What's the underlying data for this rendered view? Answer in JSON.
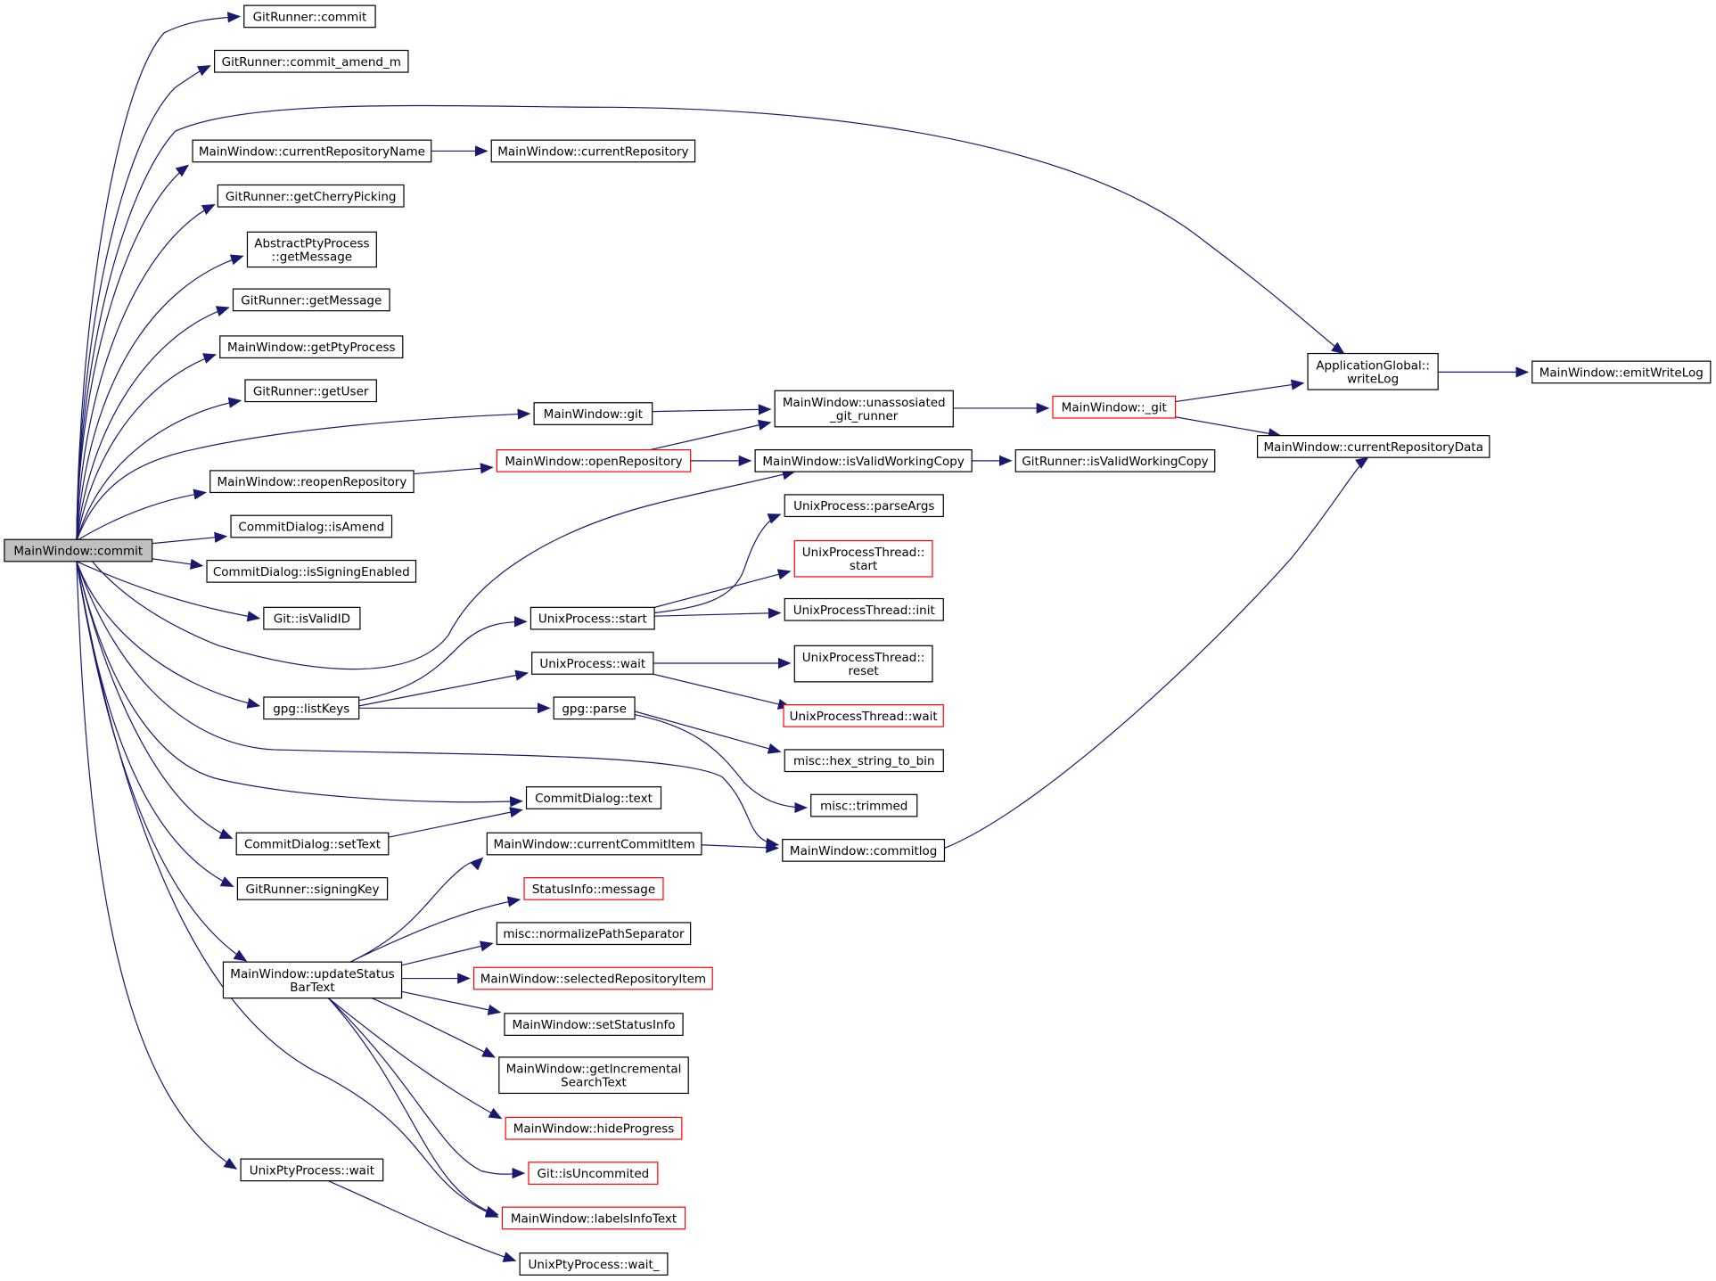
{
  "graph_title": "",
  "colors": {
    "edge": "#191970",
    "root_fill": "#bfbfbf",
    "node_border": "#000000",
    "truncated_border": "#ff0000",
    "background": "#ffffff"
  },
  "nodes": [
    {
      "id": "commit_root",
      "lines": [
        "MainWindow::commit"
      ],
      "style": "root"
    },
    {
      "id": "gr_commit",
      "lines": [
        "GitRunner::commit"
      ],
      "style": "normal"
    },
    {
      "id": "gr_amend",
      "lines": [
        "GitRunner::commit_amend_m"
      ],
      "style": "normal"
    },
    {
      "id": "mw_curreponame",
      "lines": [
        "MainWindow::currentRepositoryName"
      ],
      "style": "normal"
    },
    {
      "id": "mw_currepo",
      "lines": [
        "MainWindow::currentRepository"
      ],
      "style": "normal"
    },
    {
      "id": "gr_cherry",
      "lines": [
        "GitRunner::getCherryPicking"
      ],
      "style": "normal"
    },
    {
      "id": "app_getmsg",
      "lines": [
        "AbstractPtyProcess",
        "::getMessage"
      ],
      "style": "normal"
    },
    {
      "id": "gr_getmsg",
      "lines": [
        "GitRunner::getMessage"
      ],
      "style": "normal"
    },
    {
      "id": "mw_getpty",
      "lines": [
        "MainWindow::getPtyProcess"
      ],
      "style": "normal"
    },
    {
      "id": "gr_getuser",
      "lines": [
        "GitRunner::getUser"
      ],
      "style": "normal"
    },
    {
      "id": "mw_git",
      "lines": [
        "MainWindow::git"
      ],
      "style": "normal"
    },
    {
      "id": "mw_reopen",
      "lines": [
        "MainWindow::reopenRepository"
      ],
      "style": "normal"
    },
    {
      "id": "mw_open",
      "lines": [
        "MainWindow::openRepository"
      ],
      "style": "truncated"
    },
    {
      "id": "mw_unassoc",
      "lines": [
        "MainWindow::unassosiated",
        "_git_runner"
      ],
      "style": "normal"
    },
    {
      "id": "mw__git",
      "lines": [
        "MainWindow::_git"
      ],
      "style": "truncated"
    },
    {
      "id": "ag_writelog",
      "lines": [
        "ApplicationGlobal::",
        "writeLog"
      ],
      "style": "normal"
    },
    {
      "id": "mw_emitlog",
      "lines": [
        "MainWindow::emitWriteLog"
      ],
      "style": "normal"
    },
    {
      "id": "mw_currepodata",
      "lines": [
        "MainWindow::currentRepositoryData"
      ],
      "style": "normal"
    },
    {
      "id": "mw_isvalidwc",
      "lines": [
        "MainWindow::isValidWorkingCopy"
      ],
      "style": "normal"
    },
    {
      "id": "gr_isvalidwc",
      "lines": [
        "GitRunner::isValidWorkingCopy"
      ],
      "style": "normal"
    },
    {
      "id": "cd_isamend",
      "lines": [
        "CommitDialog::isAmend"
      ],
      "style": "normal"
    },
    {
      "id": "cd_signing",
      "lines": [
        "CommitDialog::isSigningEnabled"
      ],
      "style": "normal"
    },
    {
      "id": "git_isvalidid",
      "lines": [
        "Git::isValidID"
      ],
      "style": "normal"
    },
    {
      "id": "up_parseargs",
      "lines": [
        "UnixProcess::parseArgs"
      ],
      "style": "normal"
    },
    {
      "id": "upt_start",
      "lines": [
        "UnixProcessThread::",
        "start"
      ],
      "style": "truncated"
    },
    {
      "id": "up_start",
      "lines": [
        "UnixProcess::start"
      ],
      "style": "normal"
    },
    {
      "id": "upt_init",
      "lines": [
        "UnixProcessThread::init"
      ],
      "style": "normal"
    },
    {
      "id": "up_wait",
      "lines": [
        "UnixProcess::wait"
      ],
      "style": "normal"
    },
    {
      "id": "upt_reset",
      "lines": [
        "UnixProcessThread::",
        "reset"
      ],
      "style": "normal"
    },
    {
      "id": "gpg_listkeys",
      "lines": [
        "gpg::listKeys"
      ],
      "style": "normal"
    },
    {
      "id": "gpg_parse",
      "lines": [
        "gpg::parse"
      ],
      "style": "normal"
    },
    {
      "id": "upt_wait",
      "lines": [
        "UnixProcessThread::wait"
      ],
      "style": "truncated"
    },
    {
      "id": "misc_hex",
      "lines": [
        "misc::hex_string_to_bin"
      ],
      "style": "normal"
    },
    {
      "id": "misc_trimmed",
      "lines": [
        "misc::trimmed"
      ],
      "style": "normal"
    },
    {
      "id": "cd_text",
      "lines": [
        "CommitDialog::text"
      ],
      "style": "normal"
    },
    {
      "id": "cd_settext",
      "lines": [
        "CommitDialog::setText"
      ],
      "style": "normal"
    },
    {
      "id": "mw_curcommit",
      "lines": [
        "MainWindow::currentCommitItem"
      ],
      "style": "normal"
    },
    {
      "id": "mw_commitlog",
      "lines": [
        "MainWindow::commitlog"
      ],
      "style": "normal"
    },
    {
      "id": "gr_signkey",
      "lines": [
        "GitRunner::signingKey"
      ],
      "style": "normal"
    },
    {
      "id": "si_message",
      "lines": [
        "StatusInfo::message"
      ],
      "style": "truncated"
    },
    {
      "id": "misc_normalize",
      "lines": [
        "misc::normalizePathSeparator"
      ],
      "style": "normal"
    },
    {
      "id": "mw_updatestatus",
      "lines": [
        "MainWindow::updateStatus",
        "BarText"
      ],
      "style": "normal"
    },
    {
      "id": "mw_selrepo",
      "lines": [
        "MainWindow::selectedRepositoryItem"
      ],
      "style": "truncated"
    },
    {
      "id": "mw_setstatus",
      "lines": [
        "MainWindow::setStatusInfo"
      ],
      "style": "normal"
    },
    {
      "id": "mw_incsearch",
      "lines": [
        "MainWindow::getIncremental",
        "SearchText"
      ],
      "style": "normal"
    },
    {
      "id": "mw_hideprog",
      "lines": [
        "MainWindow::hideProgress"
      ],
      "style": "truncated"
    },
    {
      "id": "git_isuncommited",
      "lines": [
        "Git::isUncommited"
      ],
      "style": "truncated"
    },
    {
      "id": "upp_wait",
      "lines": [
        "UnixPtyProcess::wait"
      ],
      "style": "normal"
    },
    {
      "id": "mw_labels",
      "lines": [
        "MainWindow::labelsInfoText"
      ],
      "style": "truncated"
    },
    {
      "id": "upp_wait_",
      "lines": [
        "UnixPtyProcess::wait_"
      ],
      "style": "normal"
    }
  ]
}
